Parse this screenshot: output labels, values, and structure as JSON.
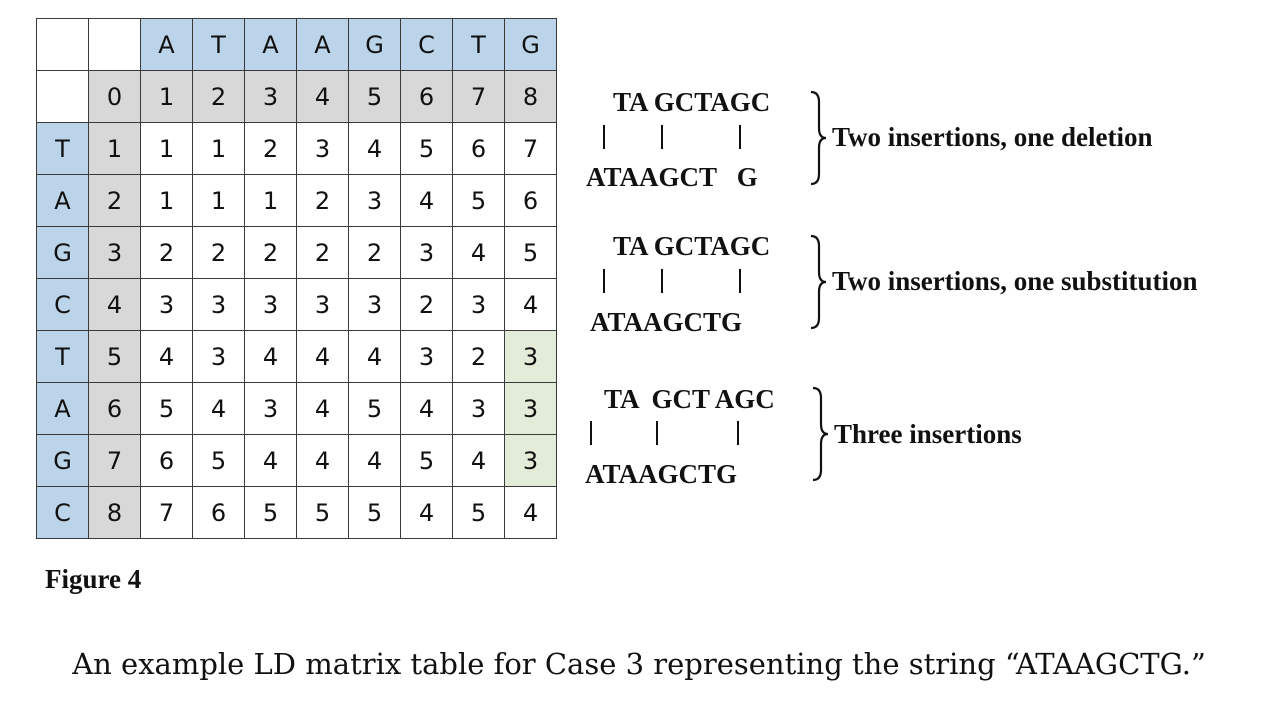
{
  "matrix": {
    "rows": [
      [
        "",
        "",
        "A",
        "T",
        "A",
        "A",
        "G",
        "C",
        "T",
        "G"
      ],
      [
        "",
        "0",
        "1",
        "2",
        "3",
        "4",
        "5",
        "6",
        "7",
        "8"
      ],
      [
        "T",
        "1",
        "1",
        "1",
        "2",
        "3",
        "4",
        "5",
        "6",
        "7"
      ],
      [
        "A",
        "2",
        "1",
        "1",
        "1",
        "2",
        "3",
        "4",
        "5",
        "6"
      ],
      [
        "G",
        "3",
        "2",
        "2",
        "2",
        "2",
        "2",
        "3",
        "4",
        "5"
      ],
      [
        "C",
        "4",
        "3",
        "3",
        "3",
        "3",
        "3",
        "2",
        "3",
        "4"
      ],
      [
        "T",
        "5",
        "4",
        "3",
        "4",
        "4",
        "4",
        "3",
        "2",
        "3"
      ],
      [
        "A",
        "6",
        "5",
        "4",
        "3",
        "4",
        "5",
        "4",
        "3",
        "3"
      ],
      [
        "G",
        "7",
        "6",
        "5",
        "4",
        "4",
        "4",
        "5",
        "4",
        "3"
      ],
      [
        "C",
        "8",
        "7",
        "6",
        "5",
        "5",
        "5",
        "4",
        "5",
        "4"
      ]
    ],
    "colors": {
      "header": "#bcd4ea",
      "index": "#d8d8d8",
      "highlight": "#e2ecd9"
    },
    "highlighted_cells": [
      [
        6,
        9
      ],
      [
        7,
        9
      ],
      [
        8,
        9
      ]
    ]
  },
  "alignments": [
    {
      "top": "TA GCTAGC",
      "bars": "|   |       |",
      "bottom": "ATAAGCT   G",
      "description": "Two insertions, one deletion"
    },
    {
      "top": "TA GCTAGC",
      "bars": "|   |       |",
      "bottom": "ATAAGCTG",
      "description": "Two insertions, one substitution"
    },
    {
      "top": "TA  GCT AGC",
      "bars": "|     |        |",
      "bottom": "ATAAGCTG",
      "description": "Three insertions"
    }
  ],
  "figure_label": "Figure 4",
  "caption": "An example LD matrix table for Case 3 representing the string “ATAAGCTG.”"
}
